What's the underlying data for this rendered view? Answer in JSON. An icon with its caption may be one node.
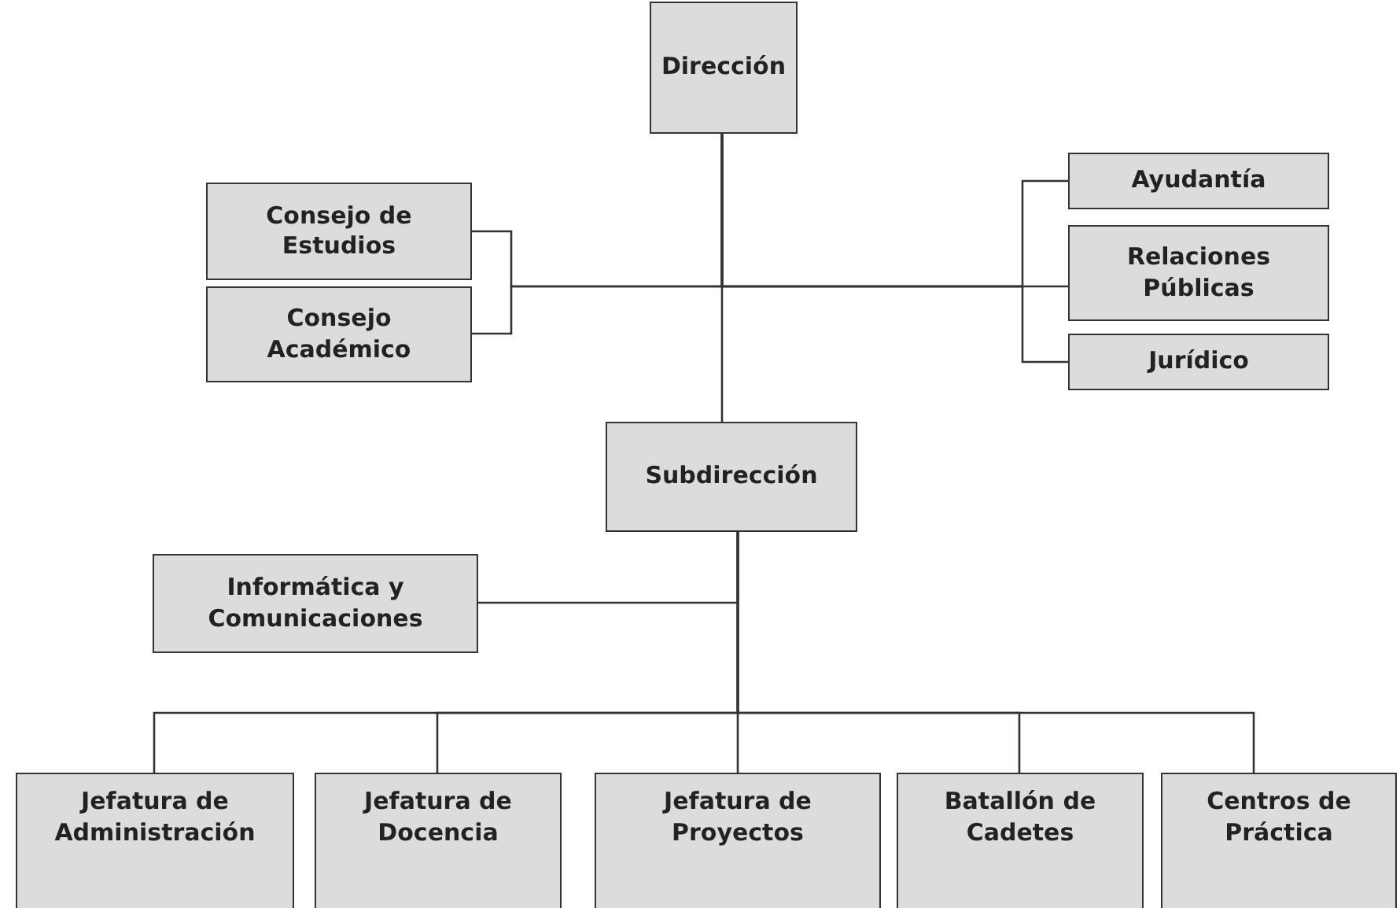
{
  "diagram": {
    "nodes": [
      {
        "text": [
          "Dirección"
        ]
      },
      {
        "text": [
          "Consejo de Estudios"
        ]
      },
      {
        "text": [
          "Consejo Académico"
        ]
      },
      {
        "text": [
          "Ayudantía"
        ]
      },
      {
        "text": [
          "Relaciones Públicas"
        ]
      },
      {
        "text": [
          "Jurídico"
        ]
      },
      {
        "text": [
          "Subdirección"
        ]
      },
      {
        "text": [
          "Informática y Comunicaciones"
        ]
      },
      {
        "text": [
          "Jefatura de Administración"
        ]
      },
      {
        "text": [
          "Jefatura de Docencia"
        ]
      },
      {
        "text": [
          "Jefatura de Proyectos"
        ]
      },
      {
        "text": [
          "Batallón de Cadetes"
        ]
      },
      {
        "text": [
          "Centros de Práctica"
        ]
      }
    ],
    "edges": [
      {
        "from": 0,
        "to": 1,
        "arrow": "none"
      },
      {
        "from": 0,
        "to": 2,
        "arrow": "none"
      },
      {
        "from": 0,
        "to": 3,
        "arrow": "none"
      },
      {
        "from": 0,
        "to": 4,
        "arrow": "none"
      },
      {
        "from": 0,
        "to": 5,
        "arrow": "none"
      },
      {
        "from": 0,
        "to": 6,
        "arrow": "none"
      },
      {
        "from": 6,
        "to": 7,
        "arrow": "none"
      },
      {
        "from": 6,
        "to": 8,
        "arrow": "none"
      },
      {
        "from": 6,
        "to": 9,
        "arrow": "none"
      },
      {
        "from": 6,
        "to": 10,
        "arrow": "none"
      },
      {
        "from": 6,
        "to": 11,
        "arrow": "none"
      },
      {
        "from": 6,
        "to": 12,
        "arrow": "none"
      }
    ]
  }
}
